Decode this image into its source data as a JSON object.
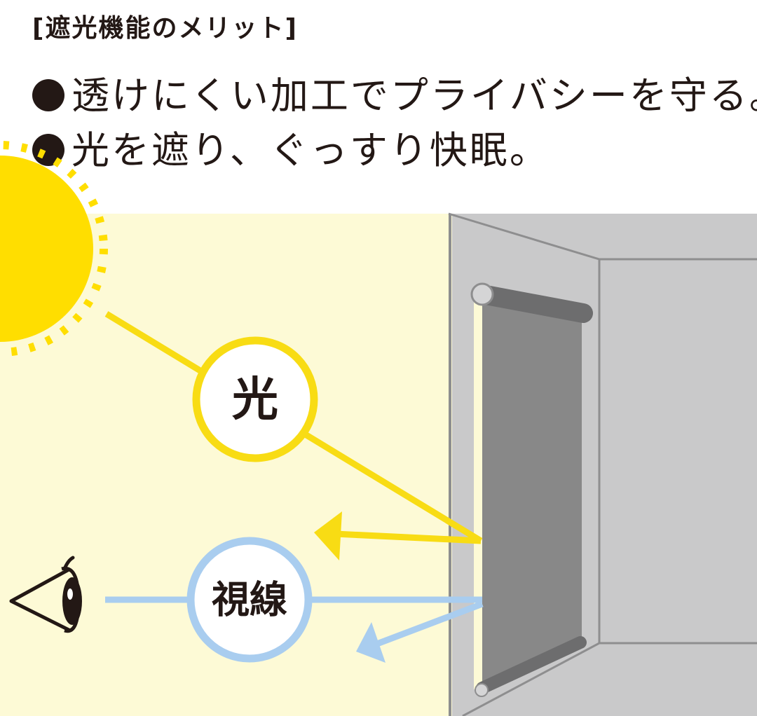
{
  "heading": "[遮光機能のメリット]",
  "bullets": [
    "透けにくい加工でプライバシーを守る。",
    "光を遮り、ぐっすり快眠。"
  ],
  "diagram": {
    "light_label": "光",
    "sight_label": "視線"
  },
  "colors": {
    "outside_bg": "#fdfad6",
    "room_wall": "#c9c9ca",
    "room_edge": "#8e8e8f",
    "blind": "#888888",
    "blind_roller": "#6d6d6e",
    "sun": "#ffde00",
    "light_line": "#f8dc14",
    "sight_line": "#a9cdef",
    "text": "#231815"
  }
}
